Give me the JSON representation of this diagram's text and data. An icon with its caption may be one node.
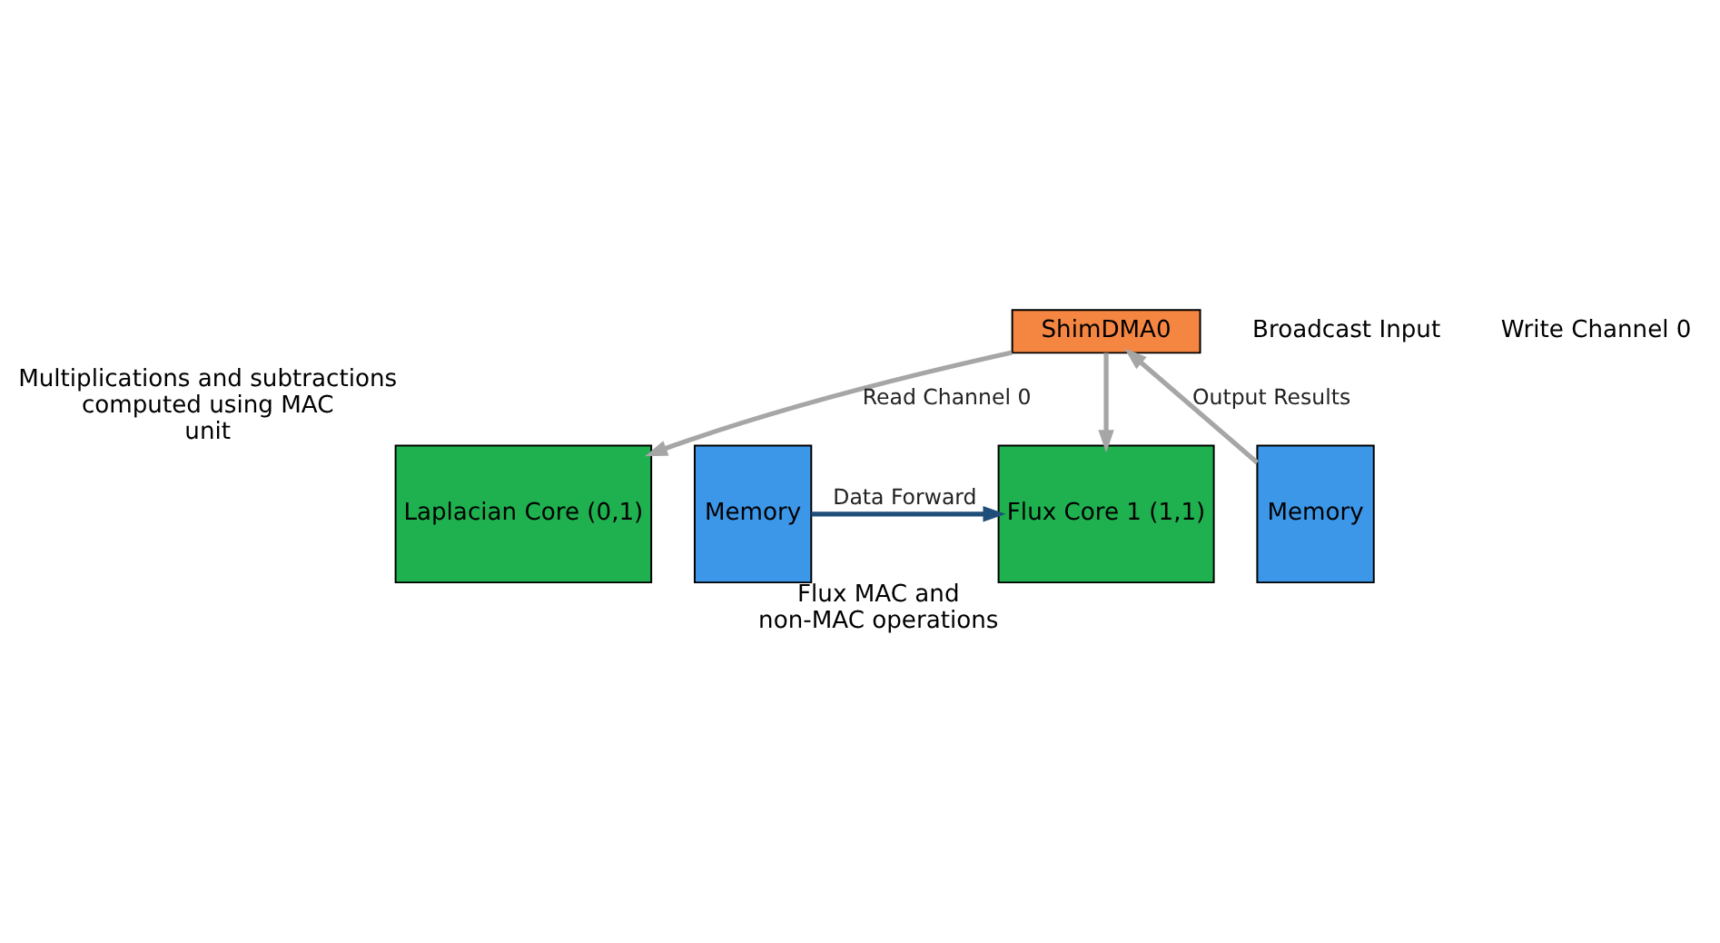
{
  "diagram": {
    "nodes": [
      {
        "text": [
          "ShimDMA0"
        ]
      },
      {
        "text": [
          "Laplacian Core (0,1)"
        ],
        "beside": [
          "Multiplications and subtractions computed using MAC unit"
        ]
      },
      {
        "text": [
          "Memory"
        ]
      },
      {
        "text": [
          "Flux Core 1 (1,1)"
        ],
        "beside": [
          "Flux MAC and non-MAC operations"
        ]
      },
      {
        "text": [
          "Memory"
        ]
      }
    ],
    "edges": [
      {
        "from": 0,
        "to": 1,
        "arrow": "to",
        "label": "Read Channel 0"
      },
      {
        "from": 0,
        "to": 3,
        "arrow": "to"
      },
      {
        "from": 2,
        "to": 3,
        "arrow": "to",
        "label": "Data Forward",
        "color": "#1f4e79"
      },
      {
        "from": 4,
        "to": 0,
        "arrow": "to",
        "label": "Output Results"
      }
    ],
    "labels": [
      "Broadcast Input",
      "Write Channel 0"
    ]
  }
}
